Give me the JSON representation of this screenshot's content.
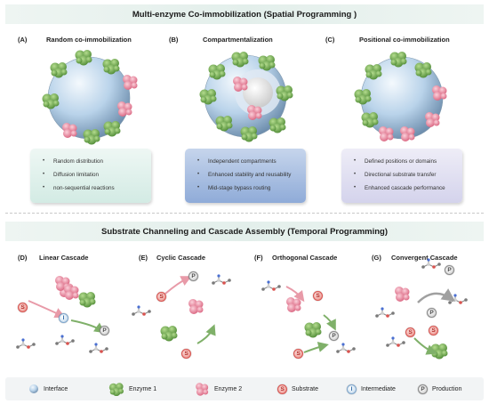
{
  "spatial": {
    "title": "Multi-enzyme Co-immobilization (Spatial Programming )",
    "panels": [
      {
        "label": "(A)",
        "title": "Random co-immobilization",
        "items": [
          "Random distribution",
          "Diffusion limitation",
          "non-sequential reactions"
        ]
      },
      {
        "label": "(B)",
        "title": "Compartmentalization",
        "items": [
          "Independent compartments",
          "Enhanced stability and reusability",
          "Mid-stage bypass routing"
        ]
      },
      {
        "label": "(C)",
        "title": "Positional co-immobilization",
        "items": [
          "Defined positions or domains",
          "Directional substrate transfer",
          "Enhanced cascade performance"
        ]
      }
    ]
  },
  "temporal": {
    "title": "Substrate Channeling and Cascade Assembly (Temporal Programming)",
    "panels": [
      {
        "label": "(D)",
        "title": "Linear Cascade"
      },
      {
        "label": "(E)",
        "title": "Cyclic Cascade"
      },
      {
        "label": "(F)",
        "title": "Orthogonal Cascade"
      },
      {
        "label": "(G)",
        "title": "Convergent Cascade"
      }
    ]
  },
  "markers": {
    "substrate": "S",
    "intermediate": "I",
    "production": "P"
  },
  "legend": [
    {
      "icon": "interface-icon",
      "label": "Interface"
    },
    {
      "icon": "enzyme1-icon",
      "label": "Enzyme 1"
    },
    {
      "icon": "enzyme2-icon",
      "label": "Enzyme 2"
    },
    {
      "icon": "substrate-icon",
      "label": "Substrate",
      "symbol": "S"
    },
    {
      "icon": "intermediate-icon",
      "label": "Intermediate",
      "symbol": "I"
    },
    {
      "icon": "production-icon",
      "label": "Production",
      "symbol": "P"
    }
  ],
  "colors": {
    "enzyme1": "#6aa84f",
    "enzyme2": "#e8849a",
    "interface": "#a9c9e6",
    "substrate": "#d9534f",
    "arrow_pink": "#e89aa8",
    "arrow_green": "#7fb069",
    "arrow_gray": "#a0a0a0"
  }
}
